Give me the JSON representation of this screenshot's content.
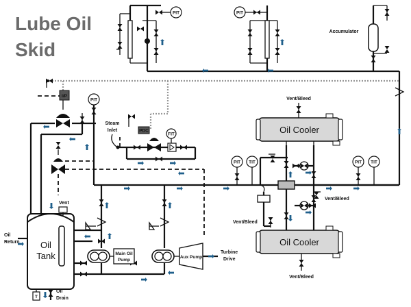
{
  "title": {
    "line1": "Lube Oil",
    "line2": "Skid"
  },
  "labels": {
    "accumulator": "Accumulator",
    "steam_inlet_1": "Steam",
    "steam_inlet_2": "Inlet",
    "vent": "Vent",
    "oil_return_1": "Oil",
    "oil_return_2": "Return",
    "oil_drain_1": "Oil",
    "oil_drain_2": "Drain",
    "tank_1": "Oil",
    "tank_2": "Tank",
    "main_pump_1": "Main Oil",
    "main_pump_2": "Pump",
    "aux_pump": "Aux Pump",
    "turbine_1": "Turbine",
    "turbine_2": "Drive",
    "cooler_top": "Oil Cooler",
    "cooler_bottom": "Oil Cooler",
    "vent_bleed": "Vent/Bleed",
    "ip": "I/P",
    "pdc": "PDC",
    "t_box": "T"
  },
  "instruments": {
    "pit": "PIT",
    "tit": "TIT",
    "fit": "FIT"
  },
  "colors": {
    "flow_arrow": "#1f5f8b",
    "text_title": "#6b6b6b"
  }
}
